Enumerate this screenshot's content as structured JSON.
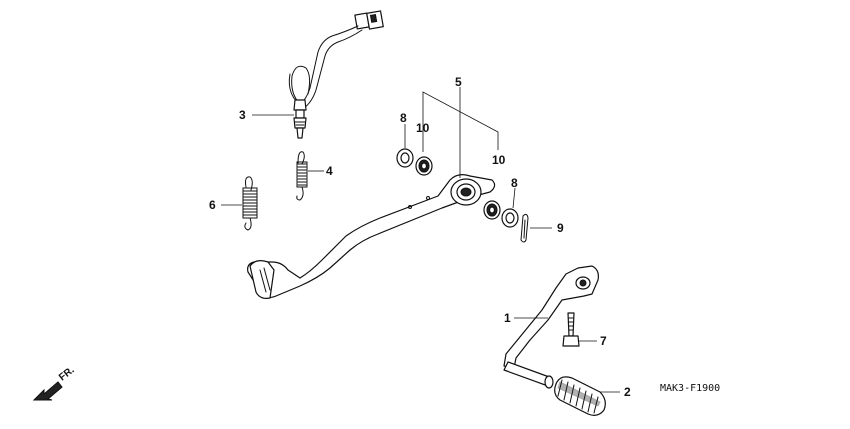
{
  "diagram_code": "MAK3-F1900",
  "front_arrow_label": "FR.",
  "callouts": {
    "c1": "1",
    "c2": "2",
    "c3": "3",
    "c4": "4",
    "c5": "5",
    "c6": "6",
    "c7": "7",
    "c8a": "8",
    "c8b": "8",
    "c9": "9",
    "c10a": "10",
    "c10b": "10"
  }
}
